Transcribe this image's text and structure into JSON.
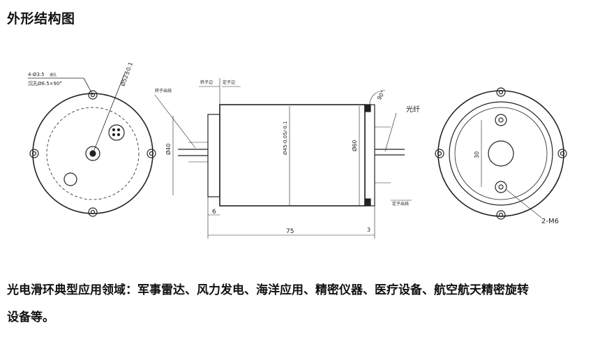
{
  "heading": "外形结构图",
  "drawing": {
    "left_view": {
      "hole_spec_line1": "4-Ø3.5",
      "hole_spec_line1_note": "通孔",
      "hole_spec_line2": "沉孔Ø6.5×90°",
      "diameter": "Ø52±0.1"
    },
    "side_view": {
      "rotor_outlet": "转子出线",
      "rotor_end": "转子边",
      "stator_end": "定子边",
      "dia_40": "Ø40",
      "dia_45": "Ø45-0.05/-0.1",
      "dia_60": "Ø60",
      "angle": "90°",
      "fiber": "光纤",
      "stator_outlet": "定子出线",
      "dim_6": "6",
      "dim_75": "75",
      "dim_3": "3"
    },
    "right_view": {
      "dim_30": "30",
      "thread_spec": "2-M6"
    }
  },
  "body_line1": "光电滑环典型应用领域：军事雷达、风力发电、海洋应用、精密仪器、医疗设备、航空航天精密旋转",
  "body_line2": "设备等。"
}
